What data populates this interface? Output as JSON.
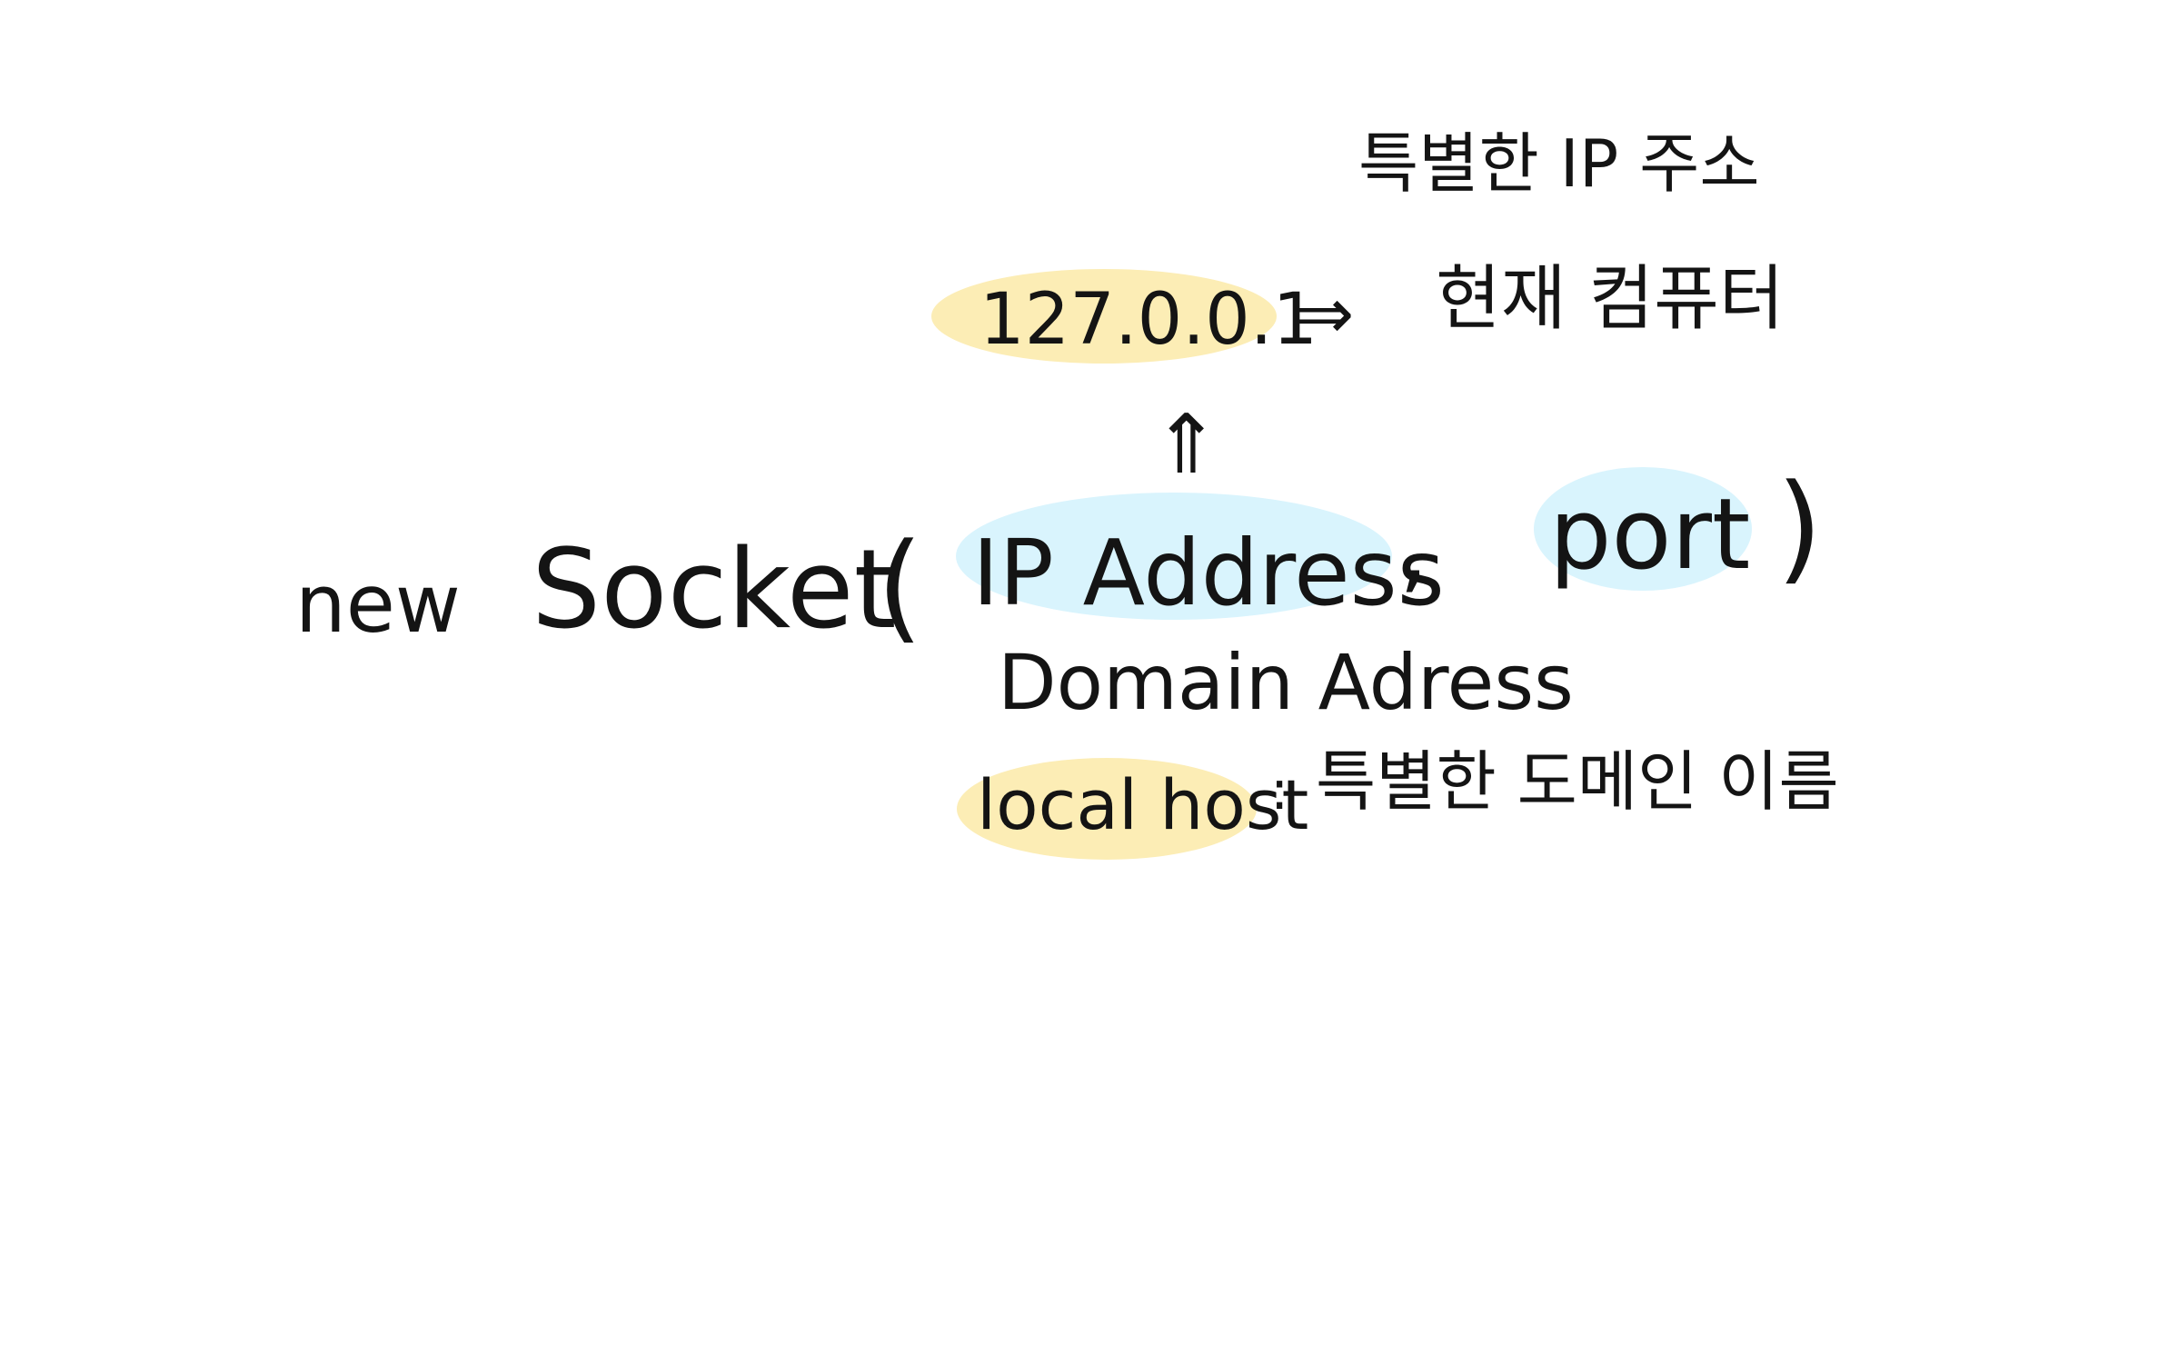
{
  "diagram": {
    "code": {
      "keyword": "new",
      "class_name": "Socket",
      "open_paren": "(",
      "param_one": "IP Address",
      "comma": ",",
      "param_two": "port",
      "close_paren": ")"
    },
    "alternative_param": "Domain Adress",
    "loopback_ip": {
      "value": "127.0.0.1",
      "arrow": "⇒",
      "meaning": "현재 컴퓨터",
      "note": "특별한 IP 주소"
    },
    "up_arrow": "⇑",
    "localhost": {
      "value": "local host",
      "separator": ":",
      "meaning": "특별한 도메인 이름"
    },
    "colors": {
      "ink": "#141414",
      "highlight_yellow": "#fcedb5",
      "highlight_blue": "#d9f4fd"
    }
  }
}
